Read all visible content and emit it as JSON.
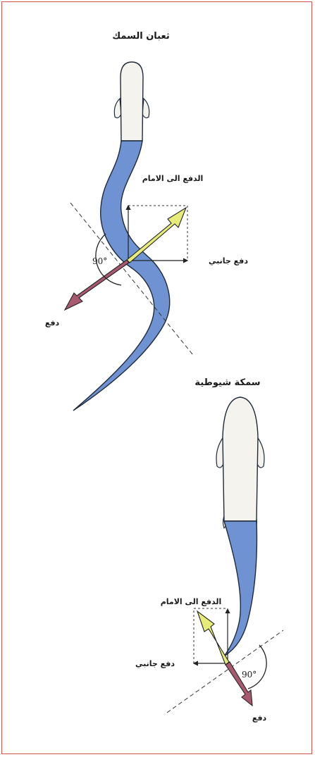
{
  "colors": {
    "frame": "#d9534f",
    "body_white": "#f4f3ee",
    "body_blue": "#6f93d2",
    "outline": "#1f2a3a",
    "thrust_yellow": "#e7ec78",
    "thrust_pink": "#a8596f"
  },
  "top_figure": {
    "title": "ثعبان السمك",
    "forward_thrust_label": "الدفع الى الامام",
    "lateral_thrust_label": "دفع جانبي",
    "thrust_label": "دفع",
    "angle_label": "90°"
  },
  "bottom_figure": {
    "title": "سمكة شيوطية",
    "forward_thrust_label": "الدفع الى الامام",
    "lateral_thrust_label": "دفع جانبي",
    "thrust_label": "دفع",
    "angle_label": "90°"
  }
}
